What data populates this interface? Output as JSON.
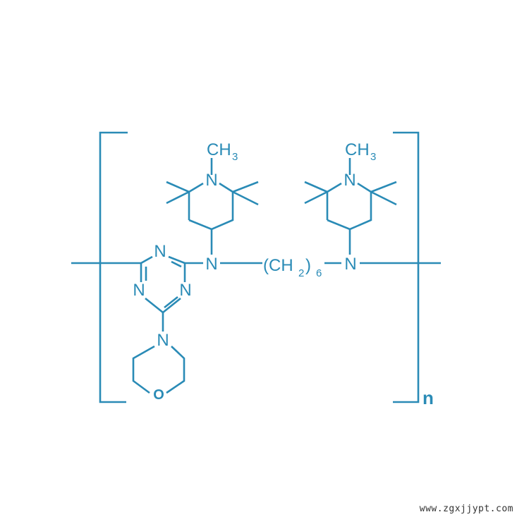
{
  "colors": {
    "structure": "#2a8bb6",
    "watermark": "#333333",
    "background": "#ffffff"
  },
  "labels": {
    "methyl_left_main": "CH",
    "methyl_left_sub": "3",
    "n_piperidine_left": "N",
    "methyl_right_main": "CH",
    "methyl_right_sub": "3",
    "n_piperidine_right": "N",
    "n_triazine_top": "N",
    "n_triazine_left": "N",
    "n_triazine_right": "N",
    "n_linker_left": "N",
    "n_linker_right": "N",
    "chain_open": "(CH",
    "chain_sub2": "2",
    "chain_close": ")",
    "chain_sub6": "6",
    "n_morpholine": "N",
    "o_morpholine": "O",
    "repeat_n": "n"
  },
  "watermark": "www.zgxjjypt.com"
}
